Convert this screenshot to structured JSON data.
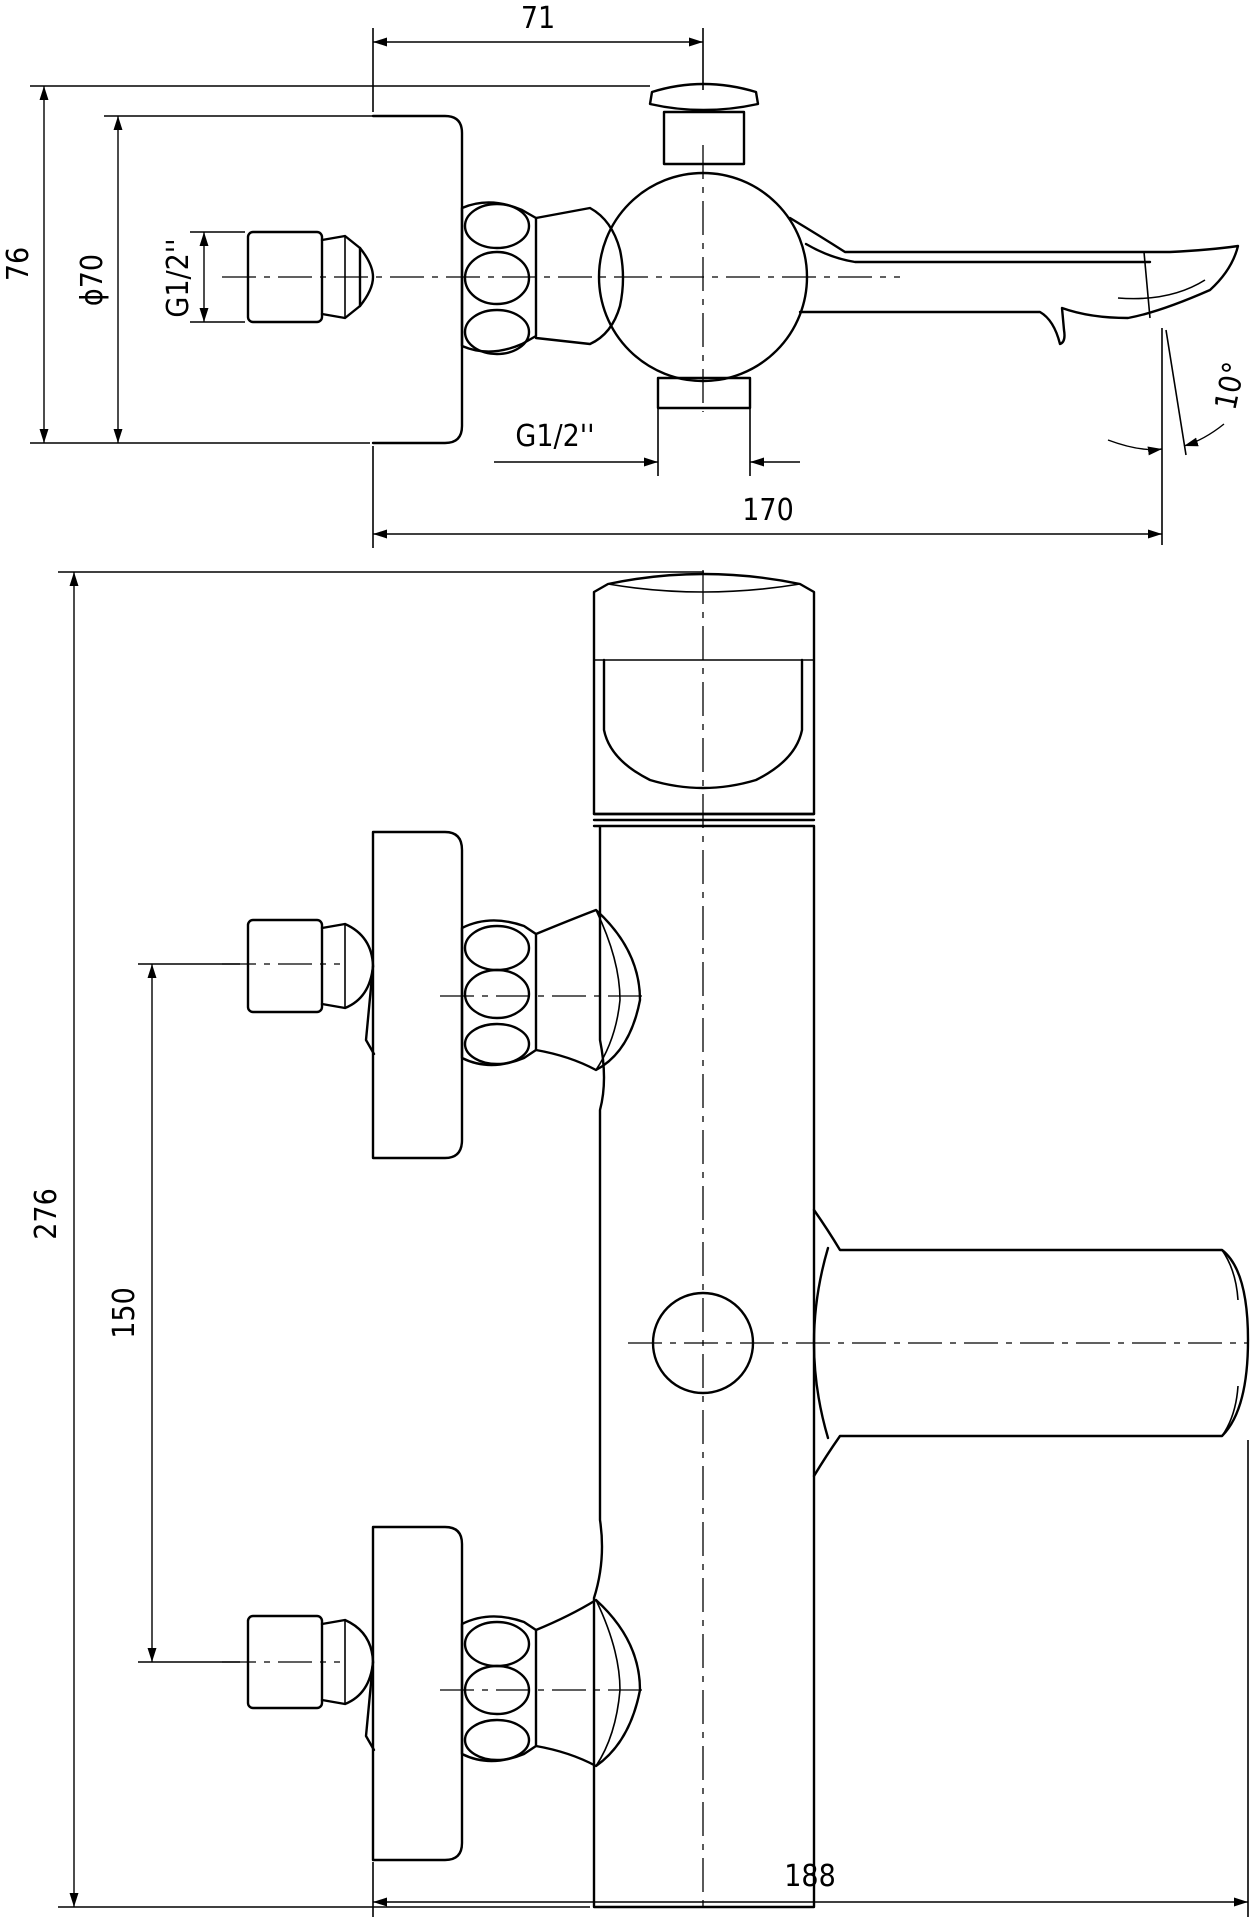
{
  "dimensions": {
    "top_width": "71",
    "top_height": "76",
    "top_diameter": "ϕ70",
    "top_inlet_thread": "G1/2''",
    "top_outlet_thread": "G1/2''",
    "top_angle": "10°",
    "top_length": "170",
    "front_height": "276",
    "front_spacing": "150",
    "front_length": "188"
  }
}
